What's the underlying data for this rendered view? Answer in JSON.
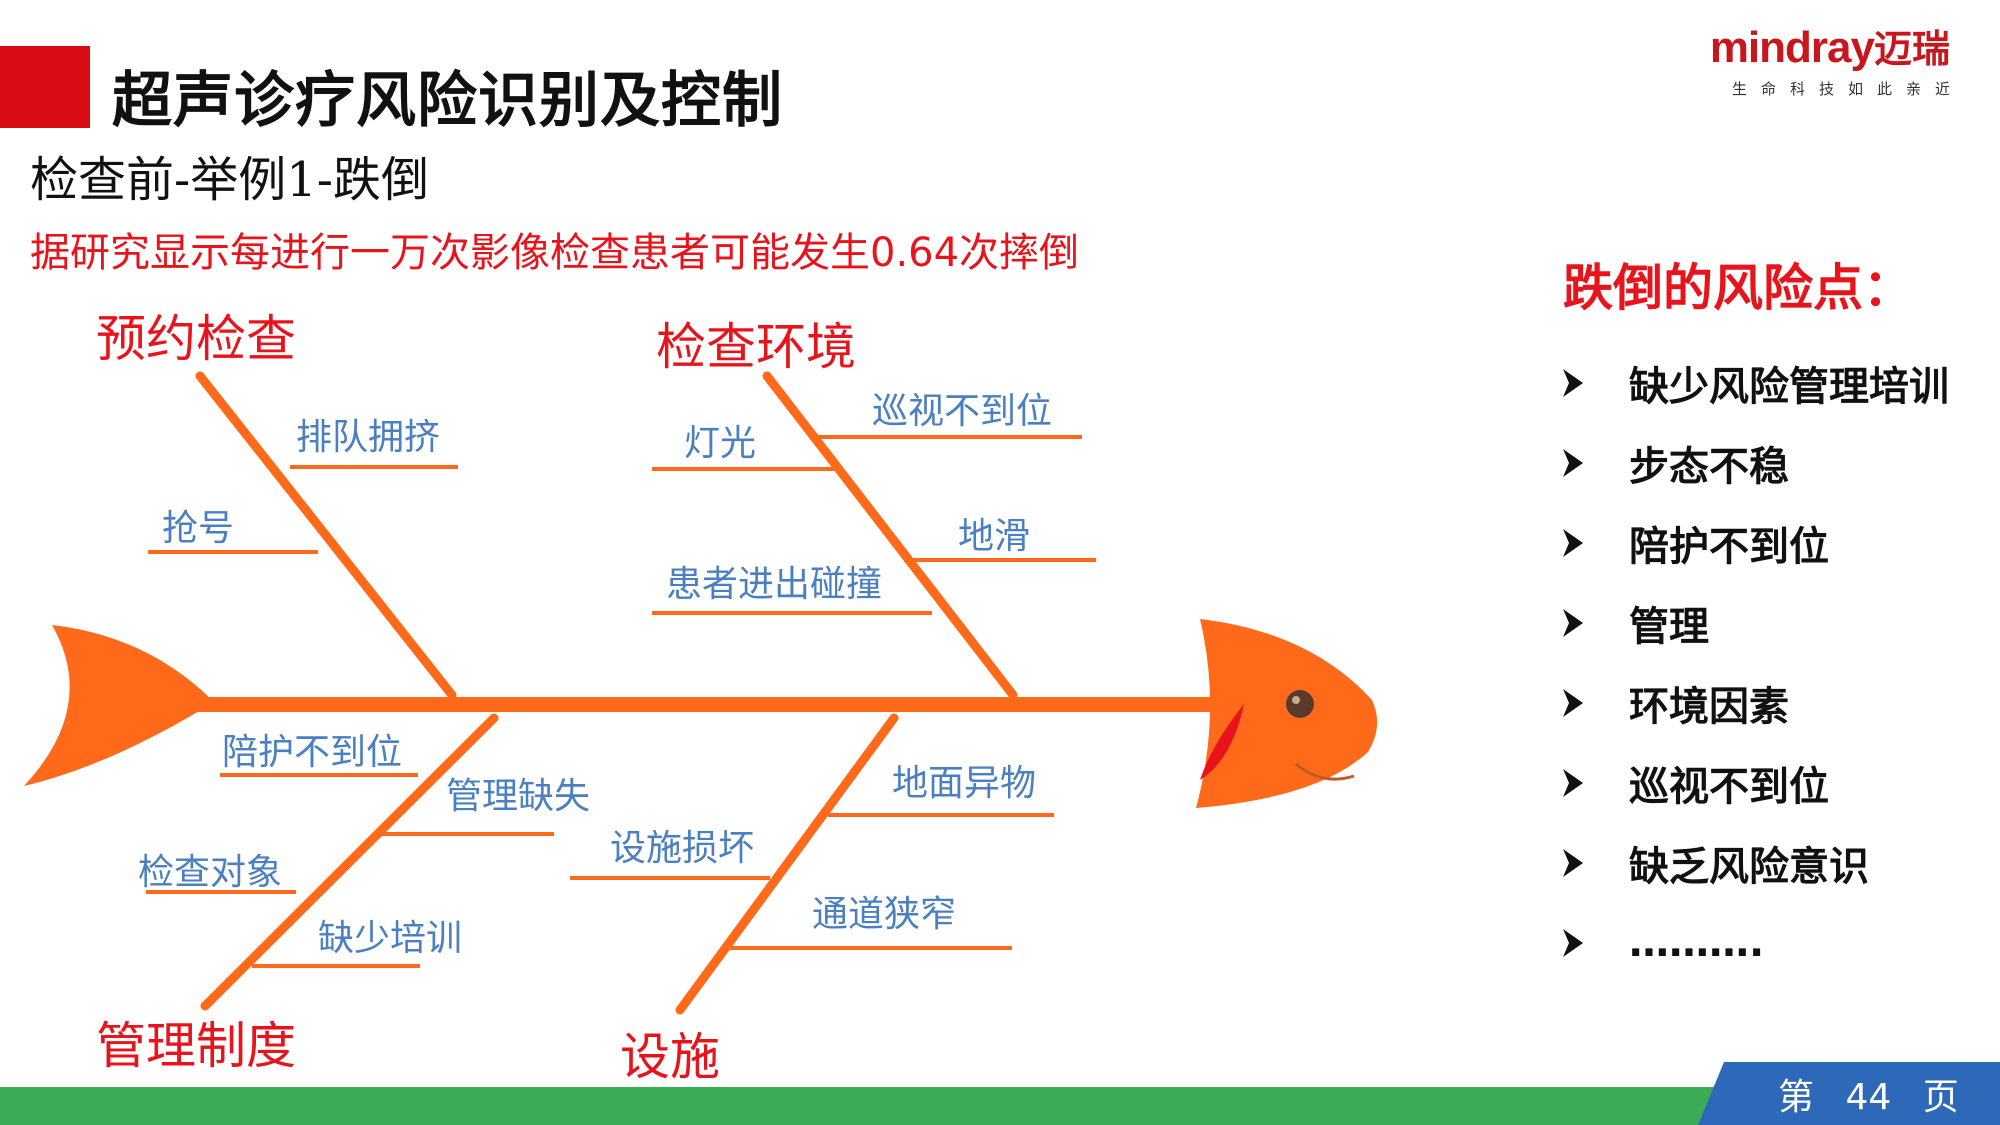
{
  "header": {
    "title": "超声诊疗风险识别及控制",
    "logo_wordmark": "mindray",
    "logo_cn": "迈瑞",
    "logo_slogan": "生命科技如此亲近",
    "subtitle": "检查前-举例1-跌倒",
    "note": "据研究显示每进行一万次影像检查患者可能发生0.64次摔倒"
  },
  "fishbone": {
    "categories": {
      "appointment": "预约检查",
      "environment": "检查环境",
      "management": "管理制度",
      "facilities": "设施"
    },
    "causes": {
      "queue_crowding": "排队拥挤",
      "grab_number": "抢号",
      "lighting": "灯光",
      "patrol_inadequate": "巡视不到位",
      "slippery_floor": "地滑",
      "patient_collision": "患者进出碰撞",
      "escort_inadequate": "陪护不到位",
      "management_lacking": "管理缺失",
      "exam_subject": "检查对象",
      "lack_training": "缺少培训",
      "floor_objects": "地面异物",
      "facility_damage": "设施损坏",
      "narrow_passage": "通道狭窄"
    }
  },
  "risks": {
    "title": "跌倒的风险点：",
    "items": [
      "缺少风险管理培训",
      "步态不稳",
      "陪护不到位",
      "管理",
      "环境因素",
      "巡视不到位",
      "缺乏风险意识",
      "………."
    ]
  },
  "footer": {
    "page_label": "第 44 页"
  },
  "colors": {
    "brand_red": "#d90c15",
    "fish_orange": "#ff6a1a",
    "cause_blue": "#4a7fc1",
    "footer_green": "#3cab55",
    "page_tab_blue": "#2e68b8"
  }
}
